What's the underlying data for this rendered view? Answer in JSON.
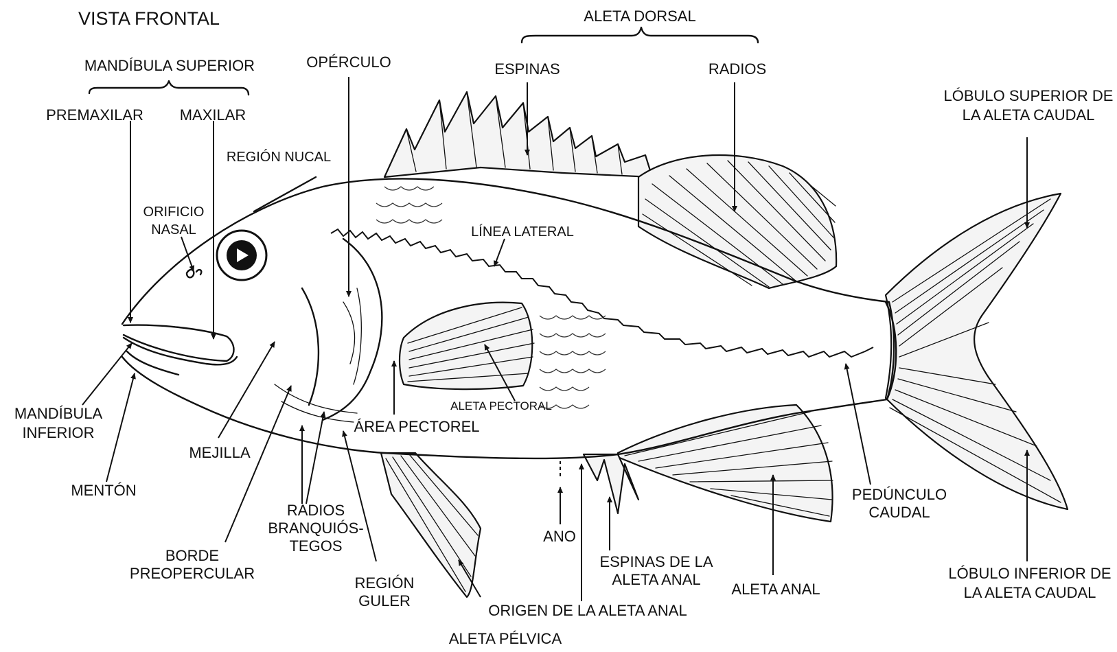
{
  "labels": {
    "vista_frontal": "VISTA FRONTAL",
    "aleta_dorsal": "ALETA DORSAL",
    "mandibula_superior": "MANDÍBULA SUPERIOR",
    "operculo": "OPÉRCULO",
    "espinas": "ESPINAS",
    "radios": "RADIOS",
    "lobulo_superior_1": "LÓBULO SUPERIOR DE",
    "lobulo_superior_2": "LA ALETA CAUDAL",
    "premaxilar": "PREMAXILAR",
    "maxilar": "MAXILAR",
    "region_nucal": "REGIÓN NUCAL",
    "orificio_1": "ORIFICIO",
    "orificio_2": "NASAL",
    "linea_lateral": "LÍNEA LATERAL",
    "mandibula_inferior_1": "MANDÍBULA",
    "mandibula_inferior_2": "INFERIOR",
    "aleta_pectoral": "ALETA PECTORAL",
    "area_pectorel": "ÁREA PECTOREL",
    "mejilla": "MEJILLA",
    "menton": "MENTÓN",
    "radios_branq_1": "RADIOS",
    "radios_branq_2": "BRANQUIÓS-",
    "radios_branq_3": "TEGOS",
    "borde_1": "BORDE",
    "borde_2": "PREOPERCULAR",
    "region_guler_1": "REGIÓN",
    "region_guler_2": "GULER",
    "ano": "ANO",
    "espinas_anal_1": "ESPINAS DE LA",
    "espinas_anal_2": "ALETA ANAL",
    "aleta_anal": "ALETA  ANAL",
    "origen_anal": "ORIGEN DE LA ALETA ANAL",
    "pedunculo_1": "PEDÚNCULO",
    "pedunculo_2": "CAUDAL",
    "lobulo_inferior_1": "LÓBULO INFERIOR DE",
    "lobulo_inferior_2": "LA ALETA CAUDAL",
    "aleta_pelvica": "ALETA PÉLVICA"
  }
}
